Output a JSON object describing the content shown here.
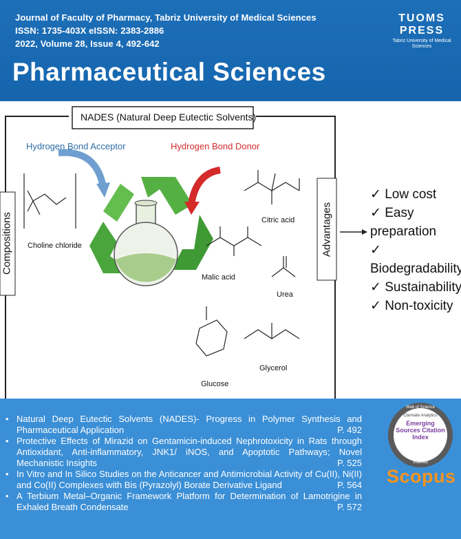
{
  "header": {
    "journal": "Journal of Faculty of Pharmacy, Tabriz University of Medical Sciences",
    "issn": "ISSN: 1735-403X    eISSN: 2383-2886",
    "volume": "2022, Volume 28, Issue 4, 492-642",
    "title": "Pharmaceutical Sciences",
    "publisher_line1": "TUOMS",
    "publisher_line2": "PRESS",
    "publisher_line3": "Tabriz University of Medical Sciences"
  },
  "illustration": {
    "heading": "NADES (Natural Deep Eutectic Solvents)",
    "hba": "Hydrogen Bond Acceptor",
    "hbd": "Hydrogen Bond Donor",
    "compositions": "Compositions",
    "advantages": "Advantages",
    "compounds": [
      "Choline chloride",
      "Citric acid",
      "Malic acid",
      "Urea",
      "Glucose",
      "Glycerol"
    ],
    "benefits": [
      "Low cost",
      "Easy preparation",
      "Biodegradability",
      "Sustainability",
      "Non-toxicity"
    ],
    "colors": {
      "hba": "#2e6da4",
      "hbd": "#d42a2a",
      "recycle": "#4fae3d"
    }
  },
  "articles": [
    {
      "title": "Natural Deep Eutectic Solvents (NADES)- Progress in Polymer Synthesis and Pharmaceutical Application",
      "page": "P. 492"
    },
    {
      "title": "Protective Effects of Mirazid on Gentamicin-induced Nephrotoxicity in Rats through Antioxidant, Anti-inflammatory, JNK1/ iNOS, and Apoptotic Pathways; Novel Mechanistic Insights",
      "page": "P. 525"
    },
    {
      "title": "In Vitro and In Silico Studies on the Anticancer and Antimicrobial Activity of Cu(II), Ni(II) and Co(II) Complexes with Bis (Pyrazolyl) Borate Derivative Ligand",
      "page": "P. 564"
    },
    {
      "title": "A Terbium Metal–Organic Framework Platform for Determination of Lamotrigine in Exhaled Breath Condensate",
      "page": "P. 572"
    }
  ],
  "badge": {
    "top": "Web of Science",
    "brand": "Clarivate Analytics",
    "index_name": "Emerging Sources Citation Index",
    "bottom": "Indexed"
  },
  "scopus": "Scopus"
}
